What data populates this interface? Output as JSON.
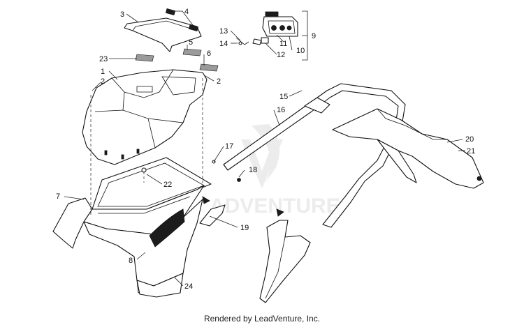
{
  "watermark": "ADVENTURE",
  "footer": "Rendered by LeadVenture, Inc.",
  "callouts": [
    {
      "id": "3",
      "label": "3"
    },
    {
      "id": "4",
      "label": "4"
    },
    {
      "id": "13",
      "label": "13"
    },
    {
      "id": "14",
      "label": "14"
    },
    {
      "id": "9",
      "label": "9"
    },
    {
      "id": "11",
      "label": "11"
    },
    {
      "id": "10",
      "label": "10"
    },
    {
      "id": "12",
      "label": "12"
    },
    {
      "id": "23",
      "label": "23"
    },
    {
      "id": "1",
      "label": "1"
    },
    {
      "id": "2a",
      "label": "2"
    },
    {
      "id": "5",
      "label": "5"
    },
    {
      "id": "6",
      "label": "6"
    },
    {
      "id": "2b",
      "label": "2"
    },
    {
      "id": "15",
      "label": "15"
    },
    {
      "id": "16",
      "label": "16"
    },
    {
      "id": "17",
      "label": "17"
    },
    {
      "id": "18",
      "label": "18"
    },
    {
      "id": "22",
      "label": "22"
    },
    {
      "id": "7",
      "label": "7"
    },
    {
      "id": "19",
      "label": "19"
    },
    {
      "id": "20",
      "label": "20"
    },
    {
      "id": "21",
      "label": "21"
    },
    {
      "id": "8",
      "label": "8"
    },
    {
      "id": "24",
      "label": "24"
    }
  ]
}
